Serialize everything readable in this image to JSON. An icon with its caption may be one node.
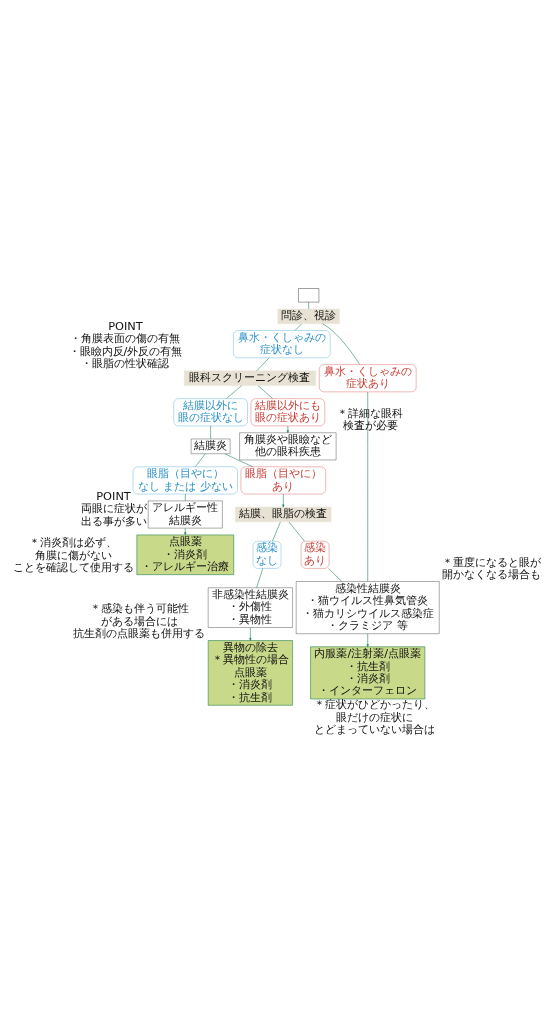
{
  "diagram": {
    "nodes": [
      {
        "text": [],
        "shape": "box"
      },
      {
        "text": [
          "問診、視診"
        ]
      },
      {
        "text": [
          "鼻水・くしゃみの症状なし"
        ]
      },
      {
        "text": [
          "鼻水・くしゃみの症状あり"
        ]
      },
      {
        "text": [
          "眼科スクリーニング検査"
        ],
        "beside": [
          "POINT",
          "・角膜表面の傷の有無・眼瞼内反/外反の有無・眼脂の性状確認"
        ]
      },
      {
        "text": [
          "結膜以外に眼の症状なし"
        ]
      },
      {
        "text": [
          "結膜以外にも眼の症状あり"
        ]
      },
      {
        "text": [
          "結膜炎"
        ]
      },
      {
        "text": [
          "角膜炎や眼瞼など他の眼科疾患"
        ],
        "beside": [
          "＊詳細な眼科検査が必要"
        ]
      },
      {
        "text": [
          "眼脂（目やに）なし または 少ない"
        ]
      },
      {
        "text": [
          "眼脂（目やに）あり"
        ]
      },
      {
        "text": [
          "結膜、眼脂の検査"
        ]
      },
      {
        "text": [
          "感染なし"
        ]
      },
      {
        "text": [
          "感染あり"
        ]
      },
      {
        "text": [
          "アレルギー性結膜炎"
        ],
        "beside": [
          "POINT",
          "両眼に症状が出る事が多い"
        ]
      },
      {
        "text": [
          "非感染性結膜炎",
          "・外傷性・異物性"
        ]
      },
      {
        "text": [
          "感染性結膜炎",
          "・猫ウイルス性鼻気管炎・猫カリシウイルス感染症・クラミジア 等"
        ],
        "beside": [
          "＊重度になると眼が開かなくなる場合も"
        ]
      },
      {
        "text": [
          "点眼薬",
          "・消炎剤・アレルギー治療"
        ],
        "beside": [
          "＊消炎剤は必ず、角膜に傷がないことを確認して使用する"
        ]
      },
      {
        "text": [
          "異物の除去",
          "＊異物性の場合",
          "点眼薬",
          "・消炎剤・抗生剤"
        ],
        "beside": [
          "＊感染も伴う可能性がある場合には抗生剤の点眼薬も併用する"
        ]
      },
      {
        "text": [
          "内服薬/注射薬/点眼薬",
          "・抗生剤・消炎剤・インターフェロン"
        ],
        "beside": [
          "＊症状がひどかったり、眼だけの症状にとどまっていない場合は"
        ]
      }
    ],
    "edges": [
      {
        "from": 0,
        "to": 1,
        "arrow": "none"
      },
      {
        "from": 1,
        "to": 2,
        "arrow": "none"
      },
      {
        "from": 1,
        "to": 3,
        "arrow": "none"
      },
      {
        "from": 2,
        "to": 4,
        "arrow": "none"
      },
      {
        "from": 4,
        "to": 5,
        "arrow": "none"
      },
      {
        "from": 4,
        "to": 6,
        "arrow": "none"
      },
      {
        "from": 5,
        "to": 7,
        "arrow": "none"
      },
      {
        "from": 6,
        "to": 8,
        "arrow": "to"
      },
      {
        "from": 7,
        "to": 9,
        "arrow": "none"
      },
      {
        "from": 7,
        "to": 10,
        "arrow": "none"
      },
      {
        "from": 10,
        "to": 11,
        "arrow": "to"
      },
      {
        "from": 11,
        "to": 12,
        "arrow": "none"
      },
      {
        "from": 11,
        "to": 13,
        "arrow": "none"
      },
      {
        "from": 9,
        "to": 14,
        "arrow": "none"
      },
      {
        "from": 12,
        "to": 15,
        "arrow": "none"
      },
      {
        "from": 13,
        "to": 16,
        "arrow": "none"
      },
      {
        "from": 3,
        "to": 16,
        "arrow": "none"
      },
      {
        "from": 14,
        "to": 17,
        "arrow": "to"
      },
      {
        "from": 15,
        "to": 18,
        "arrow": "to"
      },
      {
        "from": 16,
        "to": 19,
        "arrow": "to"
      }
    ]
  }
}
